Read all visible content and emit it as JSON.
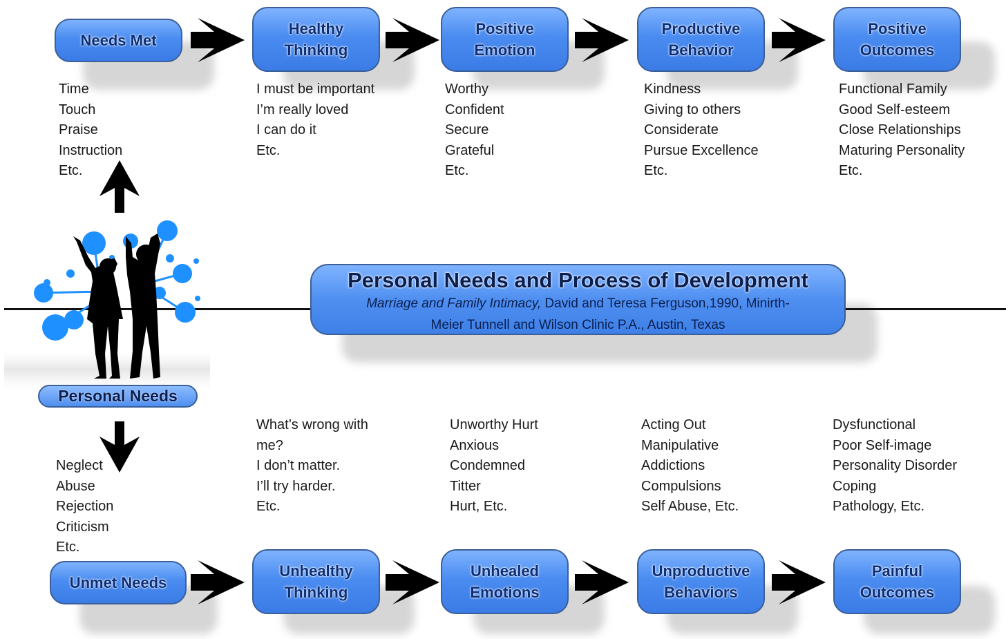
{
  "title": {
    "main": "Personal Needs and Process of Development",
    "source_italic": "Marriage and Family Intimacy,",
    "source_line1": " David and Teresa Ferguson,1990, Minirth-",
    "source_line2": "Meier Tunnell and Wilson Clinic P.A., Austin, Texas"
  },
  "personal_needs_label": "Personal Needs",
  "top_row": [
    {
      "label": "Needs Met",
      "items": [
        "Time",
        "Touch",
        "Praise",
        "Instruction",
        "Etc."
      ]
    },
    {
      "label": "Healthy\nThinking",
      "items": [
        "I must be important",
        "I’m really loved",
        "I can do it",
        "Etc."
      ]
    },
    {
      "label": "Positive\nEmotion",
      "items": [
        "Worthy",
        "Confident",
        "Secure",
        "Grateful",
        "Etc."
      ]
    },
    {
      "label": "Productive\nBehavior",
      "items": [
        "Kindness",
        "Giving to others",
        "Considerate",
        "Pursue Excellence",
        "Etc."
      ]
    },
    {
      "label": "Positive\nOutcomes",
      "items": [
        "Functional Family",
        "Good Self-esteem",
        "Close Relationships",
        "Maturing Personality",
        "Etc."
      ]
    }
  ],
  "bottom_row": [
    {
      "label": "Unmet Needs",
      "items": [
        "Neglect",
        "Abuse",
        "Rejection",
        "Criticism",
        "Etc."
      ]
    },
    {
      "label": "Unhealthy\nThinking",
      "items": [
        "What’s wrong with",
        "me?",
        "I don’t matter.",
        "I’ll try harder.",
        "Etc."
      ]
    },
    {
      "label": "Unhealed\nEmotions",
      "items": [
        "Unworthy Hurt",
        "Anxious",
        "Condemned",
        "Titter",
        "Hurt, Etc."
      ]
    },
    {
      "label": "Unproductive\nBehaviors",
      "items": [
        "Acting Out",
        "Manipulative",
        "Addictions",
        "Compulsions",
        "Self Abuse, Etc."
      ]
    },
    {
      "label": "Painful\nOutcomes",
      "items": [
        "Dysfunctional",
        "Poor Self-image",
        "Personality Disorder",
        "Coping",
        "Pathology, Etc."
      ]
    }
  ],
  "colors": {
    "box_fill": "#4a8cf0",
    "box_border": "#3a5f99",
    "label_text": "#0c2f78",
    "arrow": "#000000",
    "splash": "#1e90ff"
  },
  "icons": [
    "arrow-right-icon",
    "arrow-up-icon",
    "arrow-down-icon",
    "children-silhouette-icon"
  ]
}
